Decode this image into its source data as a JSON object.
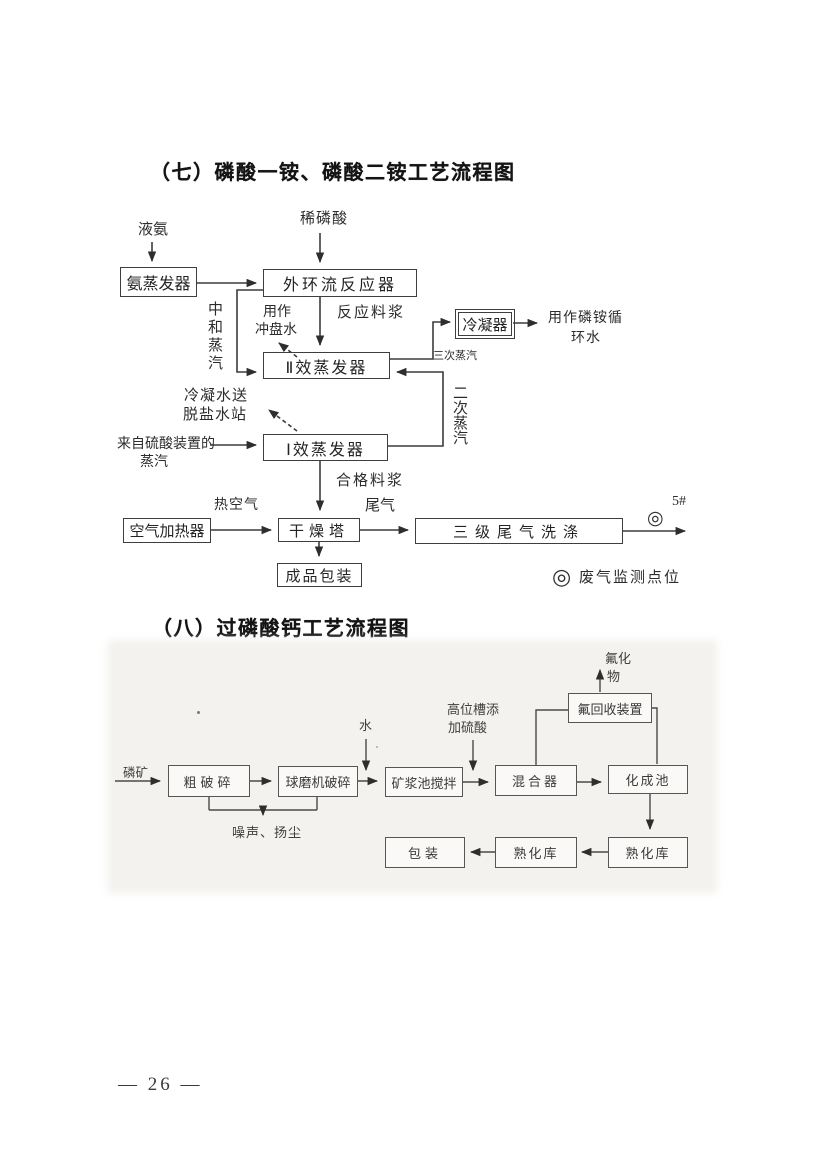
{
  "document": {
    "page_number": "— 26 —"
  },
  "diagram1": {
    "title": "（七）磷酸一铵、磷酸二铵工艺流程图",
    "nodes": {
      "ammonia_evaporator": "氨蒸发器",
      "external_loop_reactor": "外环流反应器",
      "condenser": "冷凝器",
      "evaporator_effect2": "Ⅱ效蒸发器",
      "evaporator_effect1": "Ⅰ效蒸发器",
      "air_heater": "空气加热器",
      "drying_tower": "干燥塔",
      "tail_gas_washing": "三级尾气洗涤",
      "product_packing": "成品包装"
    },
    "labels": {
      "liquid_ammonia": "液氨",
      "dilute_phosphoric_acid": "稀磷酸",
      "neutralization_steam": "中和蒸汽",
      "flushing_water_line1": "用作",
      "flushing_water_line2": "冲盘水",
      "reaction_slurry": "反应料浆",
      "third_vapor": "三次蒸汽",
      "recirculation_water_line1": "用作磷铵循",
      "recirculation_water_line2": "环水",
      "second_vapor": "二次蒸汽",
      "condensate_line1": "冷凝水送",
      "condensate_line2": "脱盐水站",
      "sulfuric_steam_line1": "来自硫酸装置的",
      "sulfuric_steam_line2": "蒸汽",
      "qualified_slurry": "合格料浆",
      "tail_gas": "尾气",
      "hot_air": "热空气",
      "outlet_id": "5#",
      "monitor_symbol": "◎",
      "legend_symbol": "◎",
      "legend_text": "废气监测点位"
    }
  },
  "diagram2": {
    "title": "（八）过磷酸钙工艺流程图",
    "nodes": {
      "coarse_crushing": "粗破碎",
      "ball_mill_crushing": "球磨机破碎",
      "slurry_pool_stirring": "矿浆池搅拌",
      "mixer": "混合器",
      "forming_pool": "化成池",
      "fluorine_recovery": "氟回收装置",
      "packing": "包装",
      "curing_warehouse_mid": "熟化库",
      "curing_warehouse_right": "熟化库"
    },
    "labels": {
      "phosphate_ore": "磷矿",
      "water": "水",
      "acid_feed_line1": "高位槽添",
      "acid_feed_line2": "加硫酸",
      "fluoride_line1": "氟化",
      "fluoride_line2": "物",
      "noise_dust": "噪声、扬尘"
    }
  }
}
